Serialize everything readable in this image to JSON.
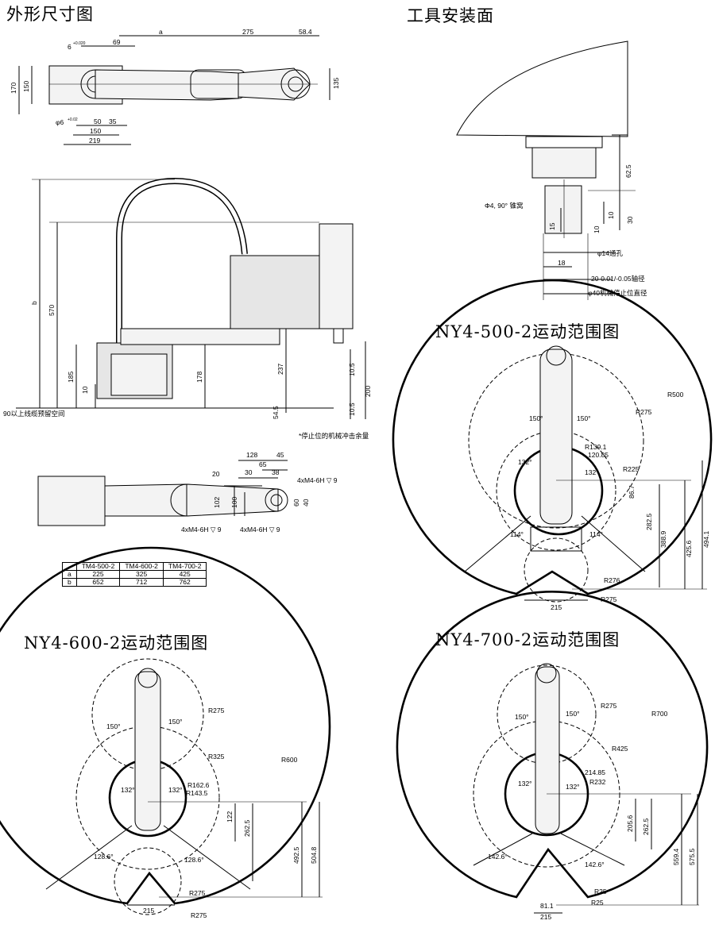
{
  "titles": {
    "outline": "外形尺寸图",
    "tool_face": "工具安装面",
    "range_500": "NY4-500-2运动范围图",
    "range_600": "NY4-600-2运动范围图",
    "range_700": "NY4-700-2运动范围图"
  },
  "top_view": {
    "dims": [
      "a",
      "275",
      "58.4",
      "6",
      "+0.020",
      "69",
      "170",
      "150",
      "135",
      "φ6",
      "+0.02",
      "50",
      "35",
      "150",
      "219"
    ]
  },
  "side_view": {
    "dims": [
      "b",
      "570",
      "185",
      "10",
      "178",
      "237",
      "54.5",
      "10.5",
      "10.5",
      "200"
    ],
    "note_cable": "90以上线缆预留空间",
    "note_stop": "*停止位的机械冲击余量"
  },
  "bottom_view": {
    "dims": [
      "128",
      "45",
      "65",
      "20",
      "30",
      "38",
      "102",
      "100",
      "60",
      "40"
    ],
    "holes": [
      "4xM4-6H ▽ 9",
      "4xM4-6H ▽ 9",
      "4xM4-6H ▽ 9"
    ]
  },
  "spec_table": {
    "header": [
      "",
      "TM4-500-2",
      "TM4-600-2",
      "TM4-700-2"
    ],
    "rows": [
      [
        "a",
        "225",
        "325",
        "425"
      ],
      [
        "b",
        "652",
        "712",
        "762"
      ]
    ]
  },
  "tool": {
    "dims": [
      "62.5",
      "10",
      "30",
      "15",
      "10",
      "18"
    ],
    "notes": [
      "Φ4, 90° 锥窝",
      "φ14通孔",
      "20-0.01/-0.05轴径",
      "φ40机械停止位直径"
    ],
    "tol_upper": "-0.01",
    "tol_lower": "-0.05"
  },
  "r500": {
    "labels": [
      "R500",
      "R275",
      "150°",
      "150°",
      "R139.1",
      "120.85",
      "R225",
      "132°",
      "132°",
      "114°",
      "114°",
      "86.7",
      "282.5",
      "388.9",
      "425.6",
      "494.1",
      "R276",
      "R275",
      "215"
    ]
  },
  "r600": {
    "labels": [
      "R275",
      "R600",
      "150°",
      "150°",
      "R325",
      "R162.6",
      "R143.5",
      "132°",
      "132°",
      "122",
      "262.5",
      "128.6°",
      "128.6°",
      "492.5",
      "504.8",
      "R275",
      "R275",
      "215"
    ]
  },
  "r700": {
    "labels": [
      "R275",
      "R700",
      "150°",
      "150°",
      "R425",
      "214.85",
      "R232",
      "132°",
      "132°",
      "205.6",
      "262.5",
      "142.6°",
      "142.6°",
      "559.4",
      "575.5",
      "R25",
      "R25",
      "81.1",
      "215"
    ]
  }
}
